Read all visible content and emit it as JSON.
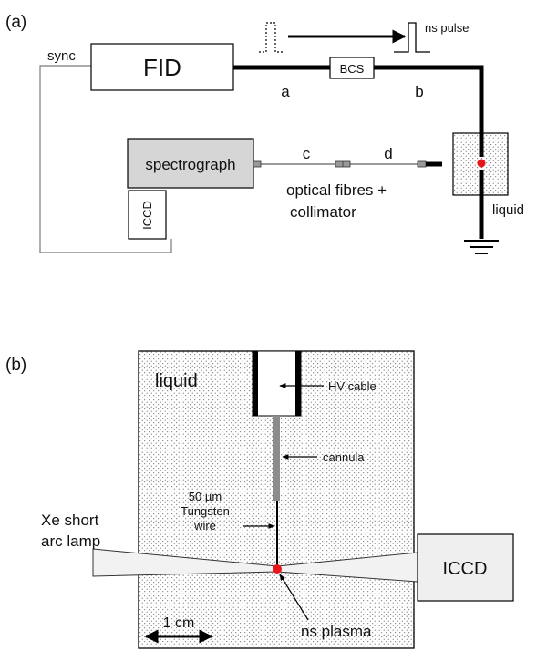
{
  "panel_a": {
    "label": "(a)",
    "sync": "sync",
    "fid": "FID",
    "bcs": "BCS",
    "pulse": "ns pulse",
    "cable_a": "a",
    "cable_b": "b",
    "fibre_c": "c",
    "fibre_d": "d",
    "spectrograph": "spectrograph",
    "fibres_line1": "optical fibres +",
    "fibres_line2": "collimator",
    "iccd": "ICCD",
    "liquid": "liquid"
  },
  "panel_b": {
    "label": "(b)",
    "liquid": "liquid",
    "hv_cable": "HV cable",
    "cannula": "cannula",
    "wire_line1": "50 µm",
    "wire_line2": "Tungsten",
    "wire_line3": "wire",
    "lamp_line1": "Xe short",
    "lamp_line2": "arc lamp",
    "iccd": "ICCD",
    "scale": "1 cm",
    "plasma": "ns plasma"
  },
  "colors": {
    "plasma": "#e8161b",
    "spectrograph_fill": "#d6d6d6",
    "cannula": "#8c8c8c",
    "thin_line": "#7a7a7a"
  }
}
